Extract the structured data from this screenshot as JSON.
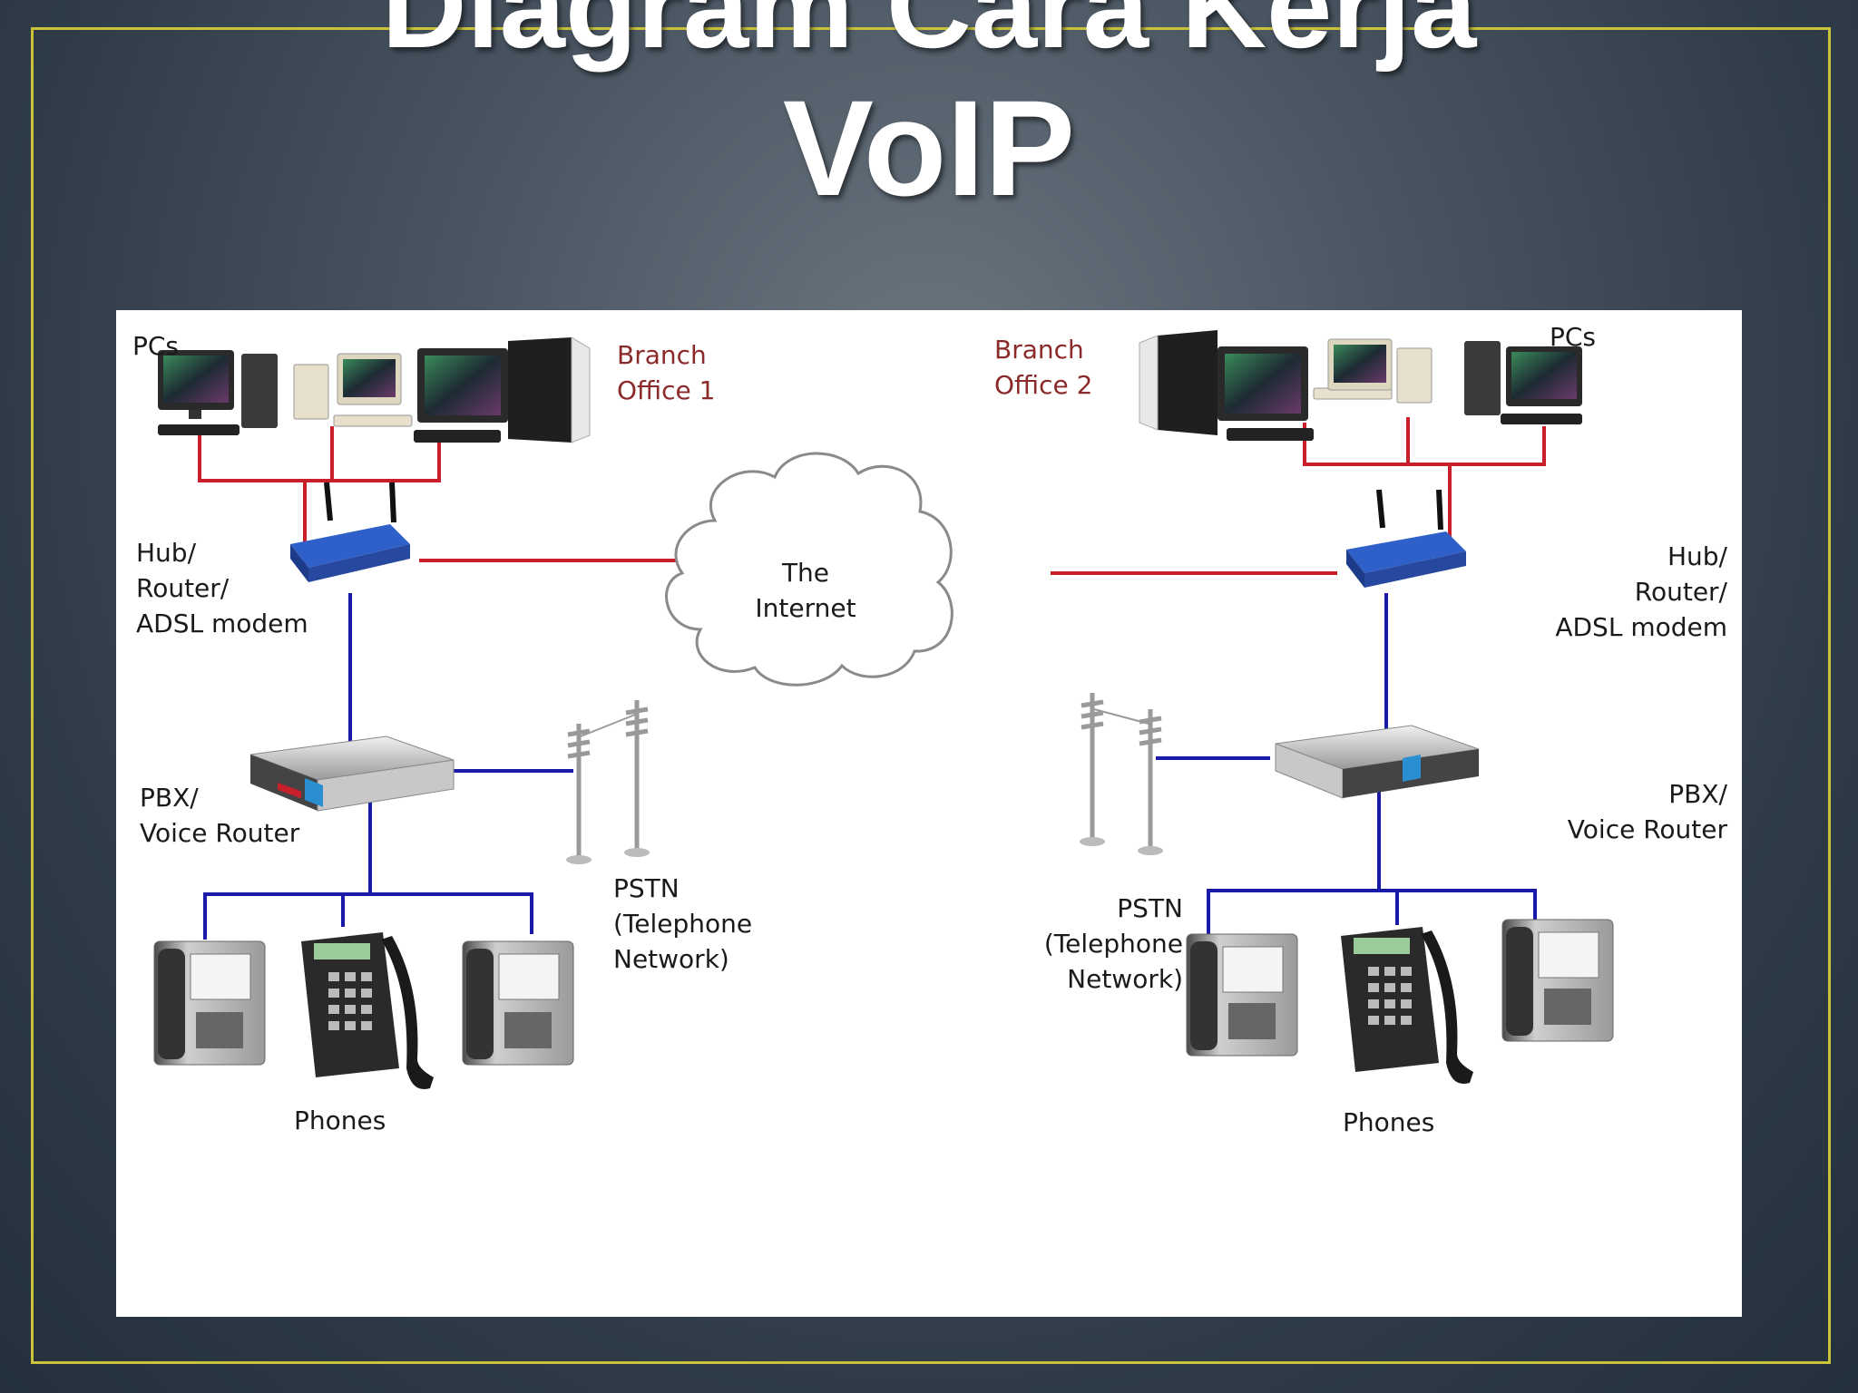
{
  "slide": {
    "title_line1": "Diagram Cara Kerja",
    "title_line2": "VoIP"
  },
  "diagram": {
    "left": {
      "pcs_label": "PCs",
      "office_label": [
        "Branch",
        "Office 1"
      ],
      "router_label": [
        "Hub/",
        "Router/",
        "ADSL modem"
      ],
      "pbx_label": [
        "PBX/",
        "Voice Router"
      ],
      "pstn_label": [
        "PSTN",
        "(Telephone",
        "Network)"
      ],
      "phones_label": "Phones"
    },
    "right": {
      "pcs_label": "PCs",
      "office_label": [
        "Branch",
        "Office 2"
      ],
      "router_label": [
        "Hub/",
        "Router/",
        "ADSL modem"
      ],
      "pbx_label": [
        "PBX/",
        "Voice Router"
      ],
      "pstn_label": [
        "PSTN",
        "(Telephone",
        "Network)"
      ],
      "phones_label": "Phones"
    },
    "internet_label": [
      "The",
      "Internet"
    ],
    "colors": {
      "data_link": "#c8202a",
      "voice_link": "#1a1aa8",
      "router_blue": "#2f5fc8",
      "pbx_accent": "#2a8fd0"
    }
  }
}
